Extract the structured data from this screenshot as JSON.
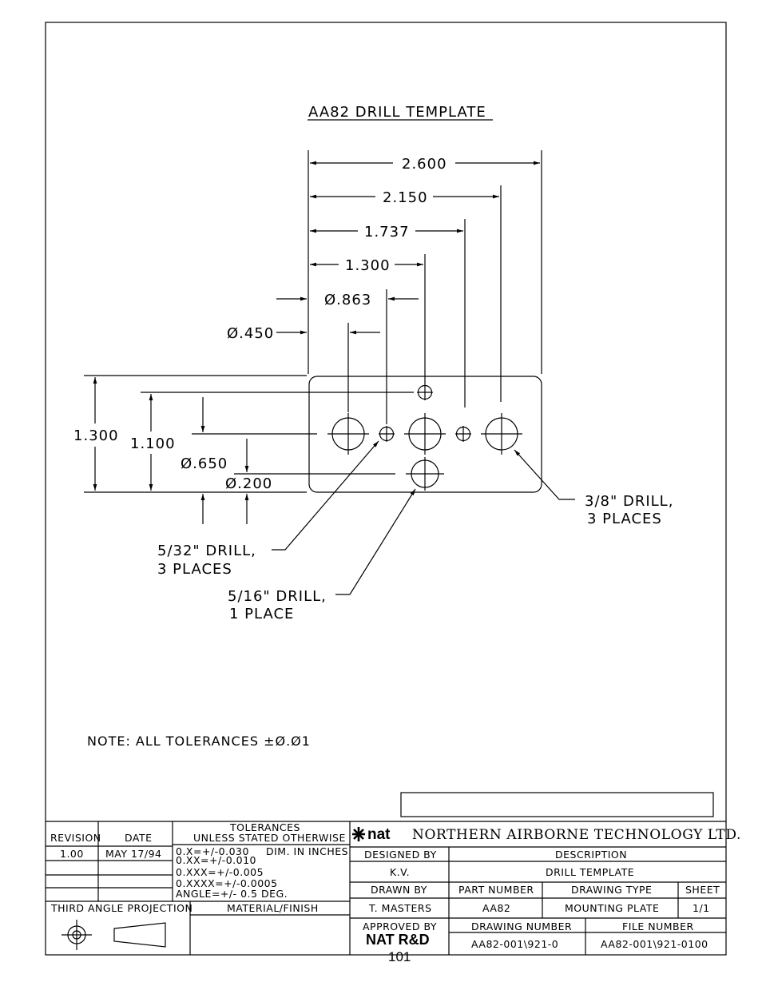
{
  "drawing": {
    "title": "AA82 DRILL TEMPLATE",
    "dimensions": {
      "h1": "2.600",
      "h2": "2.150",
      "h3": "1.737",
      "h4": "1.300",
      "h5": "Ø.863",
      "h6": "Ø.450",
      "v1": "1.300",
      "v2": "1.100",
      "v3": "Ø.650",
      "v4": "Ø.200"
    },
    "callouts": {
      "c1_line1": "3/8\" DRILL,",
      "c1_line2": "3 PLACES",
      "c2_line1": "5/32\" DRILL,",
      "c2_line2": "3 PLACES",
      "c3_line1": "5/16\" DRILL,",
      "c3_line2": "1 PLACE"
    },
    "note": "NOTE: ALL TOLERANCES ±Ø.Ø1"
  },
  "title_block": {
    "revision_label": "REVISION",
    "date_label": "DATE",
    "revision": "1.00",
    "date": "MAY 17/94",
    "tolerances_title": "TOLERANCES",
    "tolerances_sub": "UNLESS STATED OTHERWISE",
    "tol1": "0.X=+/-0.030",
    "dim_in_inches": "DIM. IN INCHES",
    "tol2": "0.XX=+/-0.010",
    "tol3": "0.XXX=+/-0.005",
    "tol4": "0.XXXX=+/-0.0005",
    "tol5": "ANGLE=+/- 0.5 DEG.",
    "projection": "THIRD ANGLE PROJECTION",
    "material_label": "MATERIAL/FINISH",
    "logo_text": "nat",
    "company": "NORTHERN AIRBORNE TECHNOLOGY LTD.",
    "designed_by_label": "DESIGNED BY",
    "designed_by": "K.V.",
    "description_label": "DESCRIPTION",
    "description": "DRILL TEMPLATE",
    "drawn_by_label": "DRAWN BY",
    "drawn_by": "T. MASTERS",
    "part_number_label": "PART NUMBER",
    "part_number": "AA82",
    "drawing_type_label": "DRAWING TYPE",
    "drawing_type": "MOUNTING PLATE",
    "sheet_label": "SHEET",
    "sheet": "1/1",
    "approved_by_label": "APPROVED BY",
    "approved_by": "NAT R&D",
    "drawing_number_label": "DRAWING NUMBER",
    "drawing_number": "AA82-001\\921-0",
    "file_number_label": "FILE NUMBER",
    "file_number": "AA82-001\\921-0100"
  },
  "page_number": "101"
}
